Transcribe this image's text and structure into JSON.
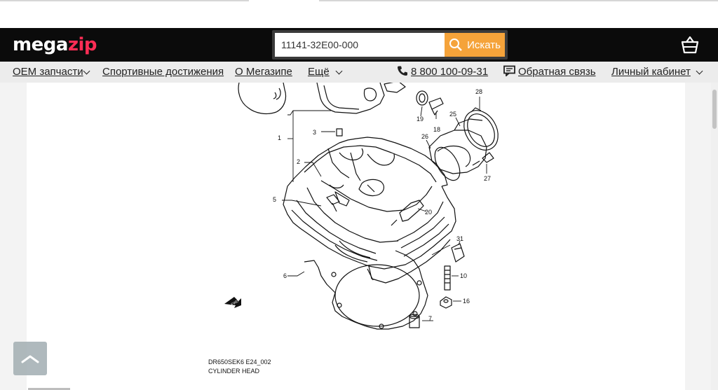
{
  "logo": {
    "part1": "mega",
    "part2": "zip"
  },
  "search": {
    "value": "11141-32E00-000",
    "button_label": "Искать"
  },
  "nav": {
    "oem": "OEM запчасти",
    "achievements": "Спортивные достижения",
    "about": "О Мегазипе",
    "more": "Ещё",
    "phone": "8 800 100-09-31",
    "feedback": "Обратная связь",
    "account": "Личный кабинет"
  },
  "diagram": {
    "code": "DR650SEK6 E24_002",
    "title": "CYLINDER HEAD",
    "fwd": "FWD",
    "labels": [
      "1",
      "2",
      "3",
      "5",
      "6",
      "7",
      "10",
      "16",
      "18",
      "19",
      "20",
      "25",
      "26",
      "27",
      "28",
      "31"
    ]
  },
  "colors": {
    "accent": "#ff2d55",
    "search_button": "#f5a33a",
    "header_bg": "#0b0b0b"
  }
}
